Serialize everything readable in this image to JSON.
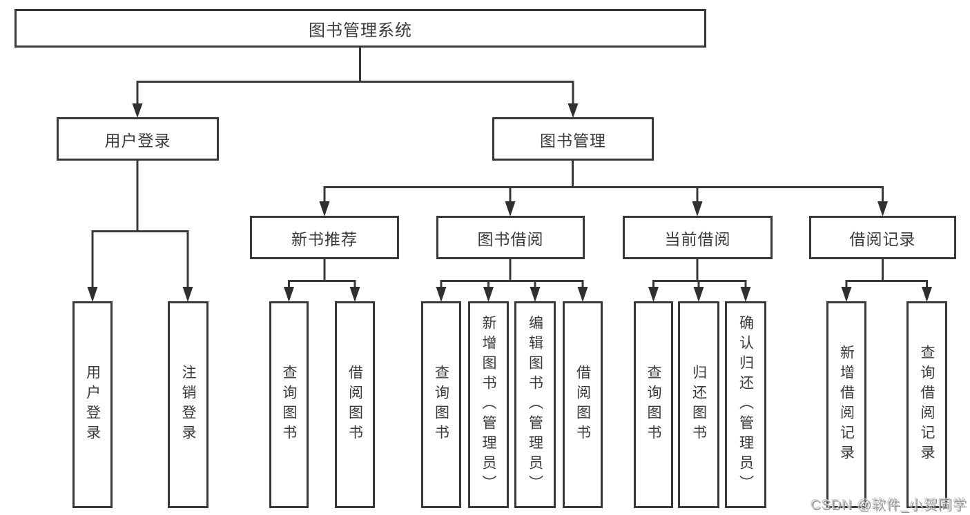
{
  "diagram": {
    "root_label": "图书管理系统",
    "branches": [
      {
        "label": "用户登录",
        "children": [
          "用户登录",
          "注销登录"
        ]
      },
      {
        "label": "图书管理",
        "groups": [
          {
            "label": "新书推荐",
            "children": [
              "查询图书",
              "借阅图书"
            ]
          },
          {
            "label": "图书借阅",
            "children": [
              "查询图书",
              "新增图书（管理员）",
              "编辑图书（管理员）",
              "借阅图书"
            ]
          },
          {
            "label": "当前借阅",
            "children": [
              "查询图书",
              "归还图书",
              "确认归还（管理员）"
            ]
          },
          {
            "label": "借阅记录",
            "children": [
              "新增借阅记录",
              "查询借阅记录"
            ]
          }
        ]
      }
    ],
    "colors": {
      "line": "#383838",
      "text": "#3a3a3a",
      "box_background": "#ffffff",
      "watermark_text": "#cdcdcd"
    }
  },
  "watermark": {
    "text": "CSDN @软件_小贺同学"
  }
}
